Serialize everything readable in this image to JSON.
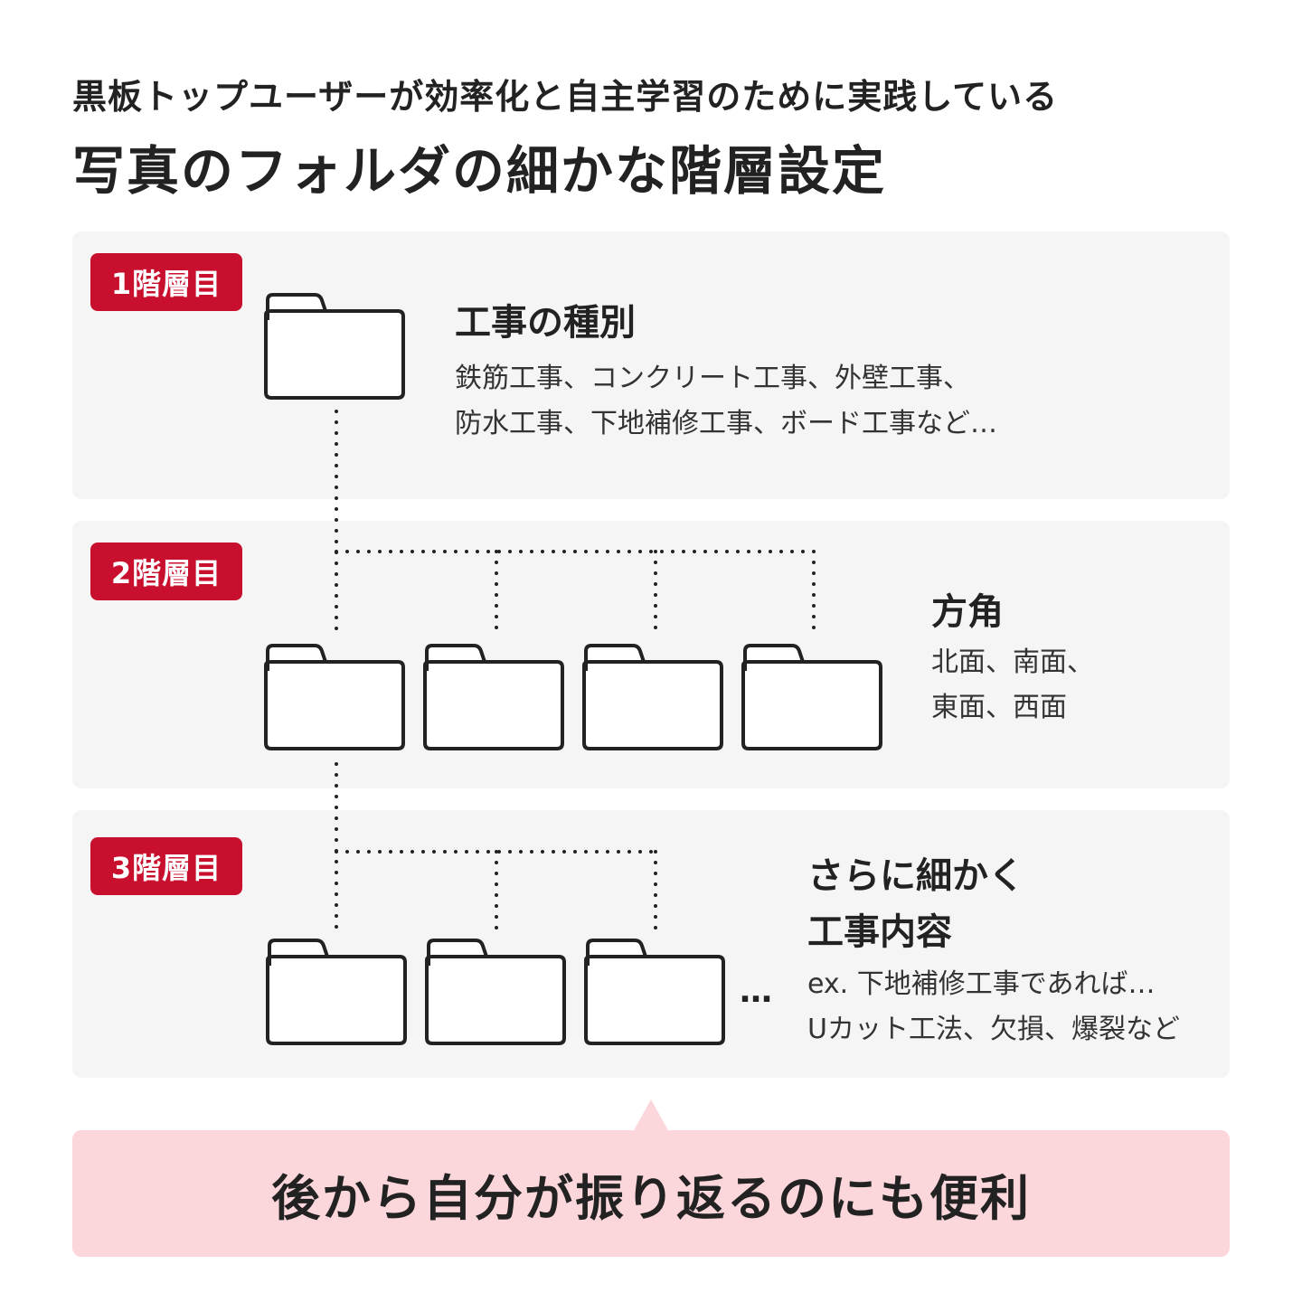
{
  "header": {
    "subtitle": "黒板トップユーザーが効率化と自主学習のために実践している",
    "title": "写真のフォルダの細かな階層設定"
  },
  "levels": [
    {
      "badge": "1階層目",
      "title_lines": [
        "工事の種別"
      ],
      "desc_lines": [
        "鉄筋工事、コンクリート工事、外壁工事、",
        "防水工事、下地補修工事、ボード工事など…"
      ],
      "folder_count": 1
    },
    {
      "badge": "2階層目",
      "title_lines": [
        "方角"
      ],
      "desc_lines": [
        "北面、南面、",
        "東面、西面"
      ],
      "folder_count": 4
    },
    {
      "badge": "3階層目",
      "title_lines": [
        "さらに細かく",
        "工事内容"
      ],
      "desc_lines": [
        "ex. 下地補修工事であれば…",
        "Uカット工法、欠損、爆裂など"
      ],
      "folder_count": 3,
      "ellipsis": "…"
    }
  ],
  "callout": "後から自分が振り返るのにも便利",
  "colors": {
    "badge": "#c8102e",
    "panel": "#f5f5f5",
    "callout": "#fbd6db",
    "text": "#222222"
  }
}
